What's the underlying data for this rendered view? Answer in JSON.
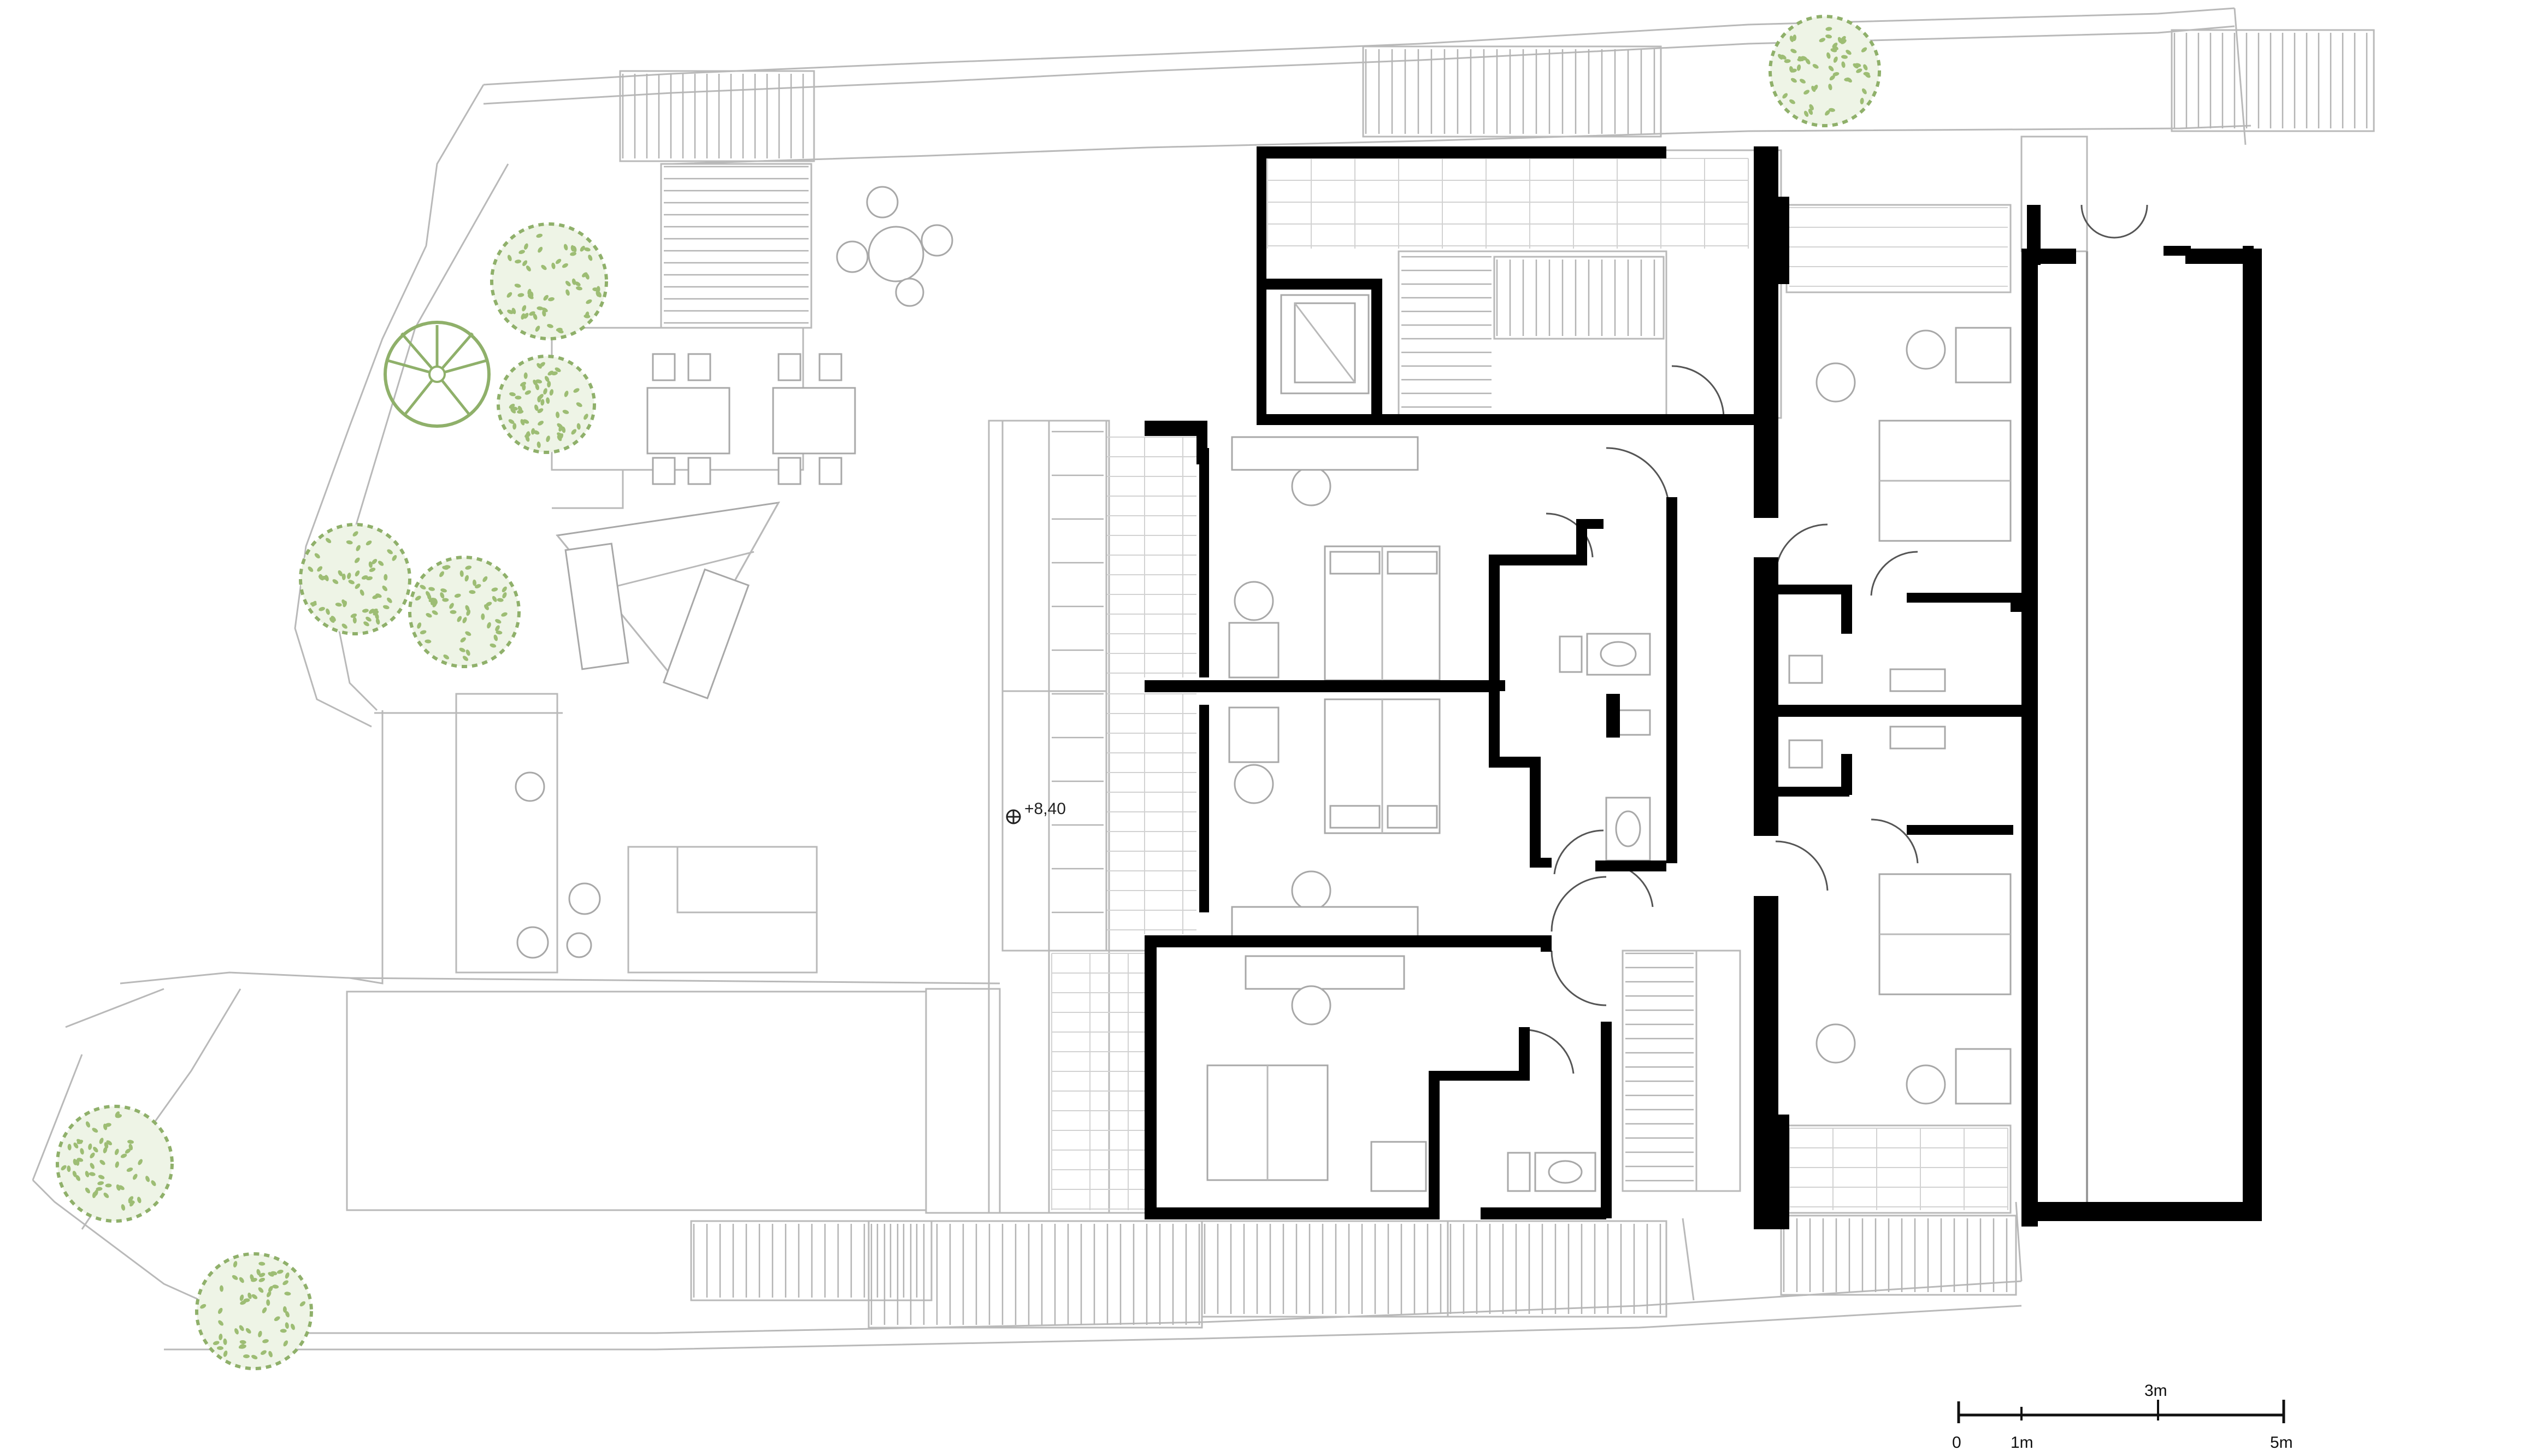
{
  "plan": {
    "level_label": "+8,40",
    "scale_bar": {
      "label_zero": "0",
      "label_one": "1m",
      "label_three": "3m",
      "label_five": "5m"
    }
  },
  "colors": {
    "walls": "#000000",
    "linework": "#b9b9b9",
    "vegetation": "#8fb06a"
  }
}
